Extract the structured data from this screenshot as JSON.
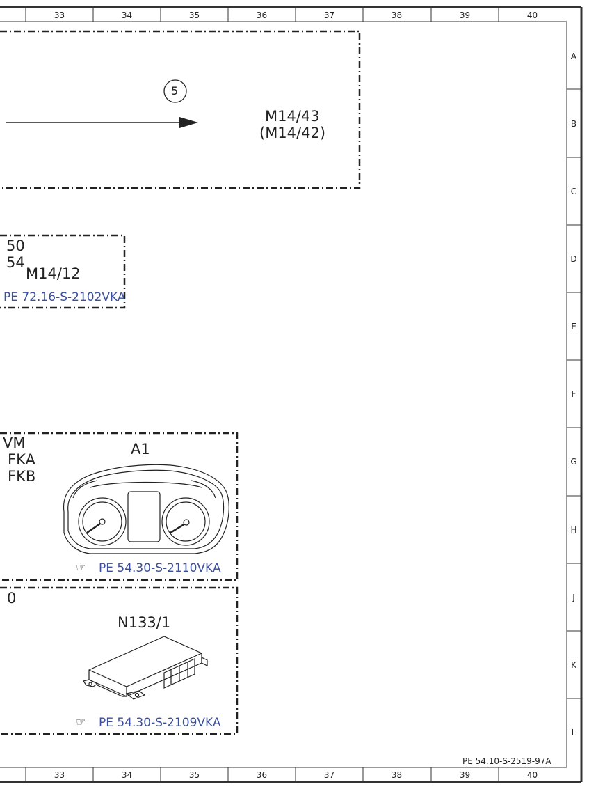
{
  "columns": [
    "33",
    "34",
    "35",
    "36",
    "37",
    "38",
    "39",
    "40"
  ],
  "rows": [
    "A",
    "B",
    "C",
    "D",
    "E",
    "F",
    "G",
    "H",
    "J",
    "K",
    "L"
  ],
  "drawing_id": "PE 54.10-S-2519-97A",
  "box1": {
    "circle_label": "5",
    "component": "M14/43",
    "component_alt": "(M14/42)"
  },
  "box2": {
    "pin1": "50",
    "pin2": "54",
    "component": "M14/12",
    "reference": "PE 72.16-S-2102VKA"
  },
  "box3": {
    "pin1": "VM",
    "pin2": "FKA",
    "pin3": "FKB",
    "component": "A1",
    "reference": "PE 54.30-S-2110VKA",
    "pointer_icon": "hand-pointer-icon"
  },
  "box4": {
    "pin1": "0",
    "component": "N133/1",
    "reference": "PE 54.30-S-2109VKA",
    "pointer_icon": "hand-pointer-icon"
  }
}
